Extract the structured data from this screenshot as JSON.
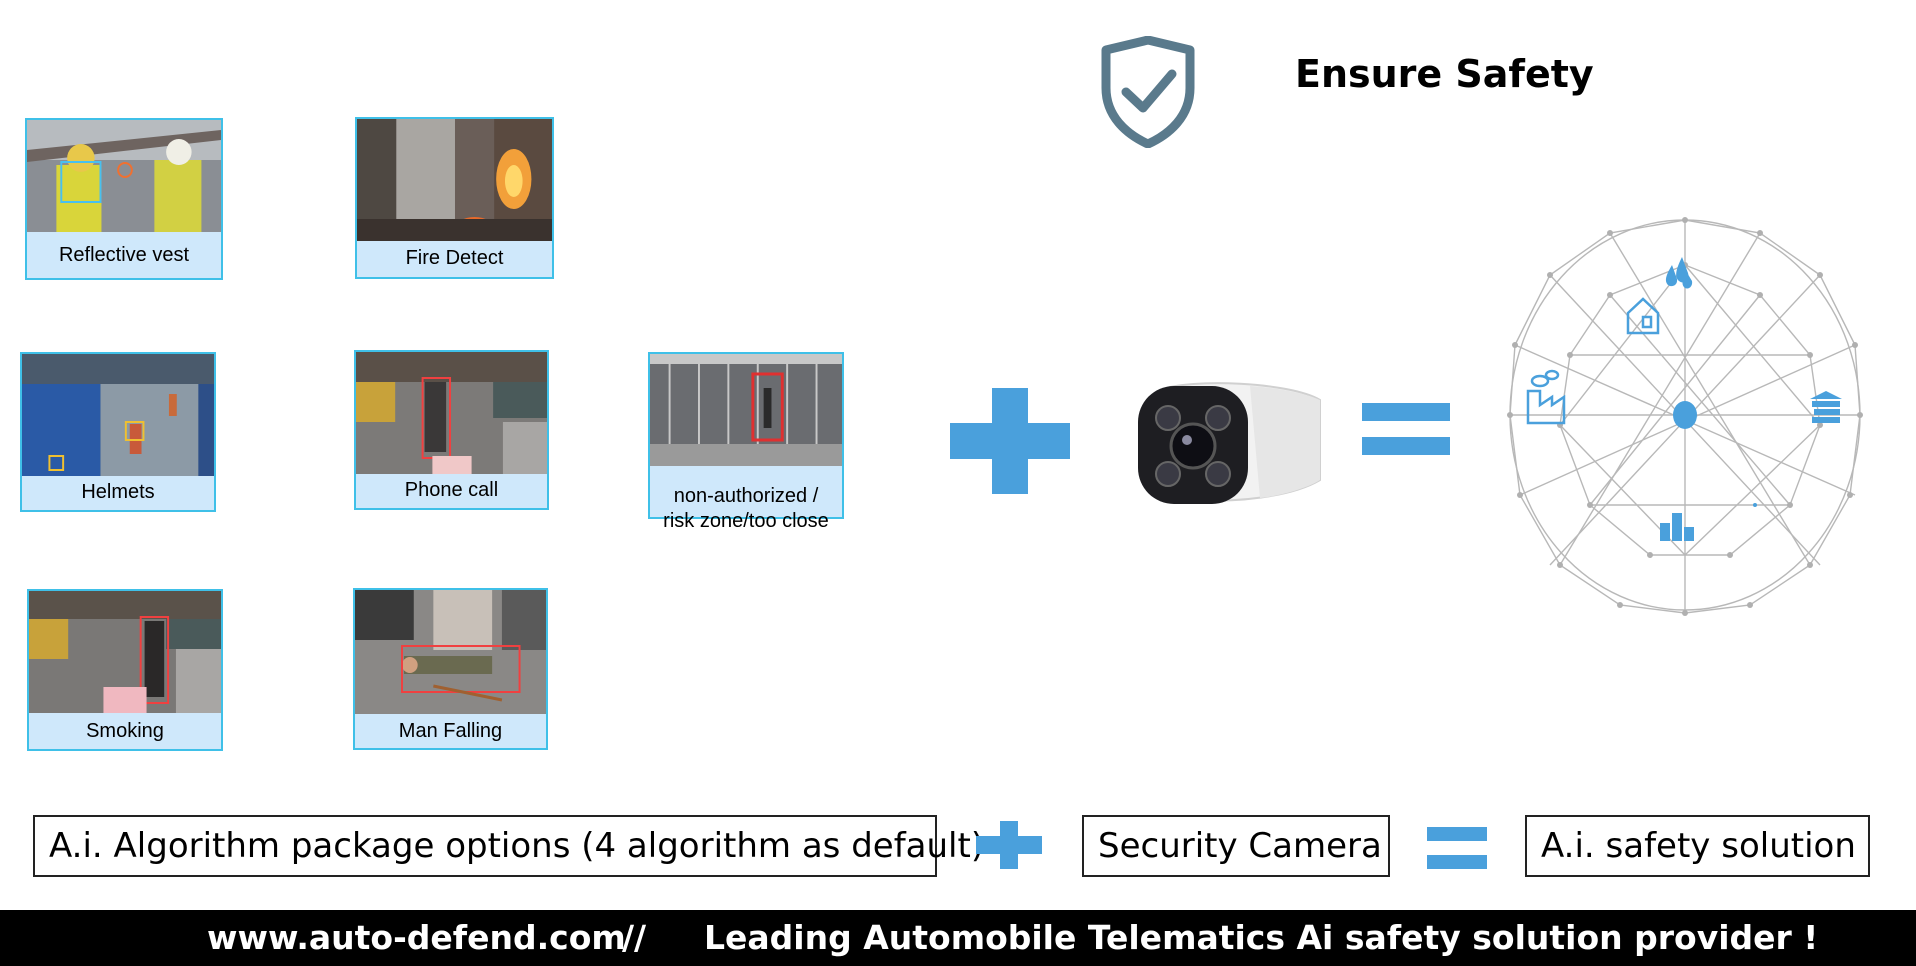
{
  "header": {
    "title": "Ensure Safety",
    "shield_icon": "shield-check-icon"
  },
  "algorithms": [
    {
      "label": "Reflective vest"
    },
    {
      "label": "Fire Detect"
    },
    {
      "label": "Helmets"
    },
    {
      "label": "Phone call"
    },
    {
      "label": "non-authorized / risk zone/too close"
    },
    {
      "label": "Smoking"
    },
    {
      "label": "Man Falling"
    }
  ],
  "equation": {
    "algorithm_box": "A.i. Algorithm package options (4 algorithm as default)",
    "camera_box": "Security Camera",
    "result_box": "A.i. safety solution"
  },
  "footer": {
    "website": "www.auto-defend.com",
    "separator": "//",
    "tagline": "Leading Automobile Telematics Ai safety solution provider !"
  },
  "colors": {
    "accent": "#4aa0dc",
    "card_border": "#3fc0e8",
    "card_fill": "#cfe8fb",
    "shield": "#5a7a8c"
  }
}
